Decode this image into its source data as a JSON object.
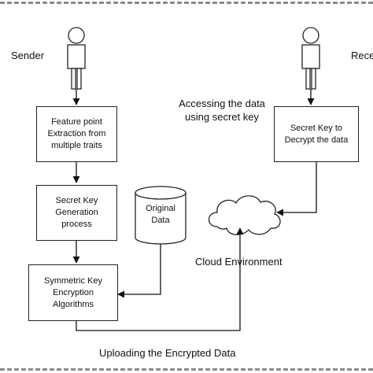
{
  "labels": {
    "sender": "Sender",
    "receiver_partial": "Rece",
    "accessing": "Accessing the data\nusing secret key",
    "cloud": "Cloud Environment",
    "uploading": "Uploading the Encrypted Data"
  },
  "boxes": {
    "feature_extraction": "Feature point\nExtraction from\nmultiple traits",
    "key_generation": "Secret Key\nGeneration\nprocess",
    "encryption": "Symmetric Key\nEncryption\nAlgorithms",
    "decrypt": "Secret Key to\nDecrypt the data"
  },
  "database": {
    "label": "Original\nData"
  },
  "icons": {
    "sender": "person-icon",
    "receiver": "person-icon",
    "cloud": "cloud-icon",
    "database": "database-cylinder-icon"
  },
  "colors": {
    "line": "#222222",
    "dashed_border": "#8a8a8a",
    "background": "#ffffff"
  }
}
